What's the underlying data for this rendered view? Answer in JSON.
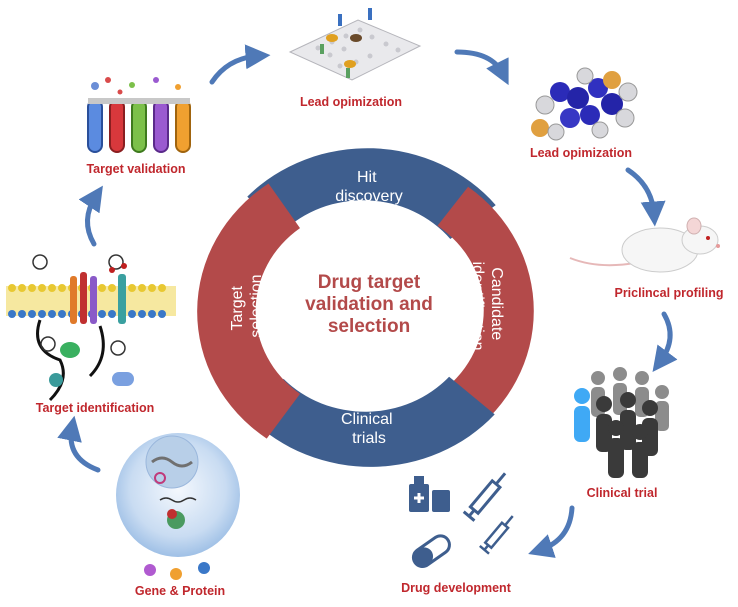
{
  "center": {
    "line1": "Drug target",
    "line2": "validation and",
    "line3": "selection"
  },
  "ring": {
    "top": {
      "line1": "Hit",
      "line2": "discovery"
    },
    "right": {
      "line1": "Candidate",
      "line2": "identification"
    },
    "bottom": {
      "line1": "Clinical",
      "line2": "trials"
    },
    "left": {
      "line1": "Target",
      "line2": "selection"
    }
  },
  "stages": {
    "lead_opt_1": "Lead opimization",
    "lead_opt_2": "Lead opimization",
    "preclinical": "Priclincal profiling",
    "clinical_trial": "Clinical trial",
    "drug_development": "Drug development",
    "gene_protein": "Gene & Protein",
    "target_identification": "Target identification",
    "target_validation": "Target validation"
  },
  "colors": {
    "blue": "#3e5e8e",
    "red": "#b34a4a",
    "label": "#c0272d",
    "arrow": "#4f79b7"
  }
}
